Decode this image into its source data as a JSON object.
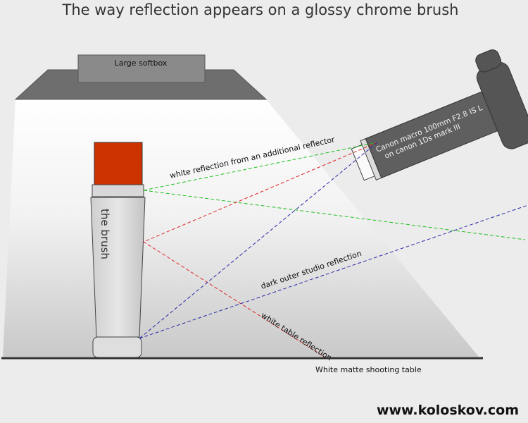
{
  "title": "The way reflection appears on a glossy chrome brush",
  "softbox_label": "Large softbox",
  "camera_label_line1": "Canon macro 100mm F2.8 IS L",
  "camera_label_line2": "on canon 1Ds mark III",
  "brush_label": "the brush",
  "rays": {
    "reflector_label": "white reflection from an additional reflector",
    "studio_label": "dark outer studio reflection",
    "table_label": "white table reflection"
  },
  "table_label": "White matte shooting table",
  "website": "www.koloskov.com",
  "colors": {
    "reflector_ray": "#1fbf1f",
    "table_ray": "#e02222",
    "studio_ray": "#2a2aa8",
    "brush_cap": "#cc3300"
  }
}
